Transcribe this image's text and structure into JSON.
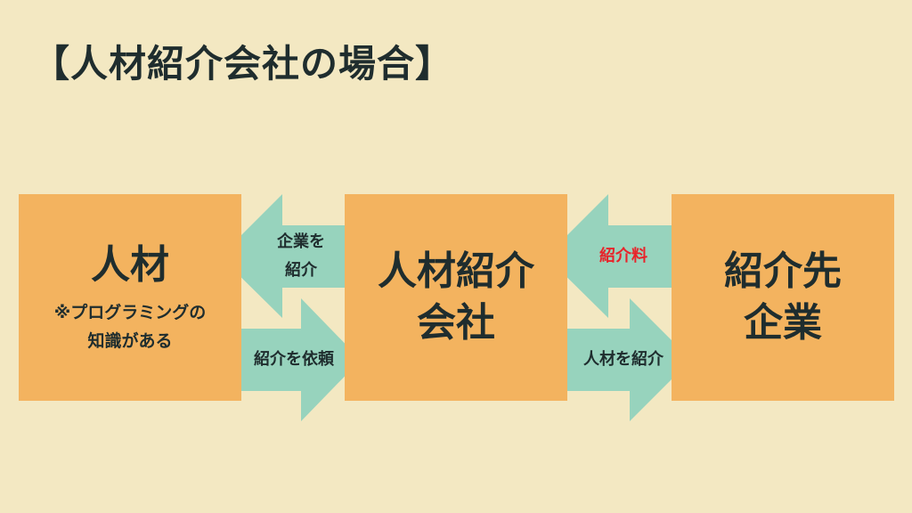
{
  "title": "【人材紹介会社の場合】",
  "colors": {
    "background": "#f3e8c2",
    "box": "#f3b35f",
    "arrow": "#97d3bd",
    "text": "#1f2d2e",
    "highlight": "#e8232a"
  },
  "nodes": [
    {
      "id": "jinzai",
      "label": "人材",
      "note_lines": [
        "※プログラミングの",
        "知識がある"
      ]
    },
    {
      "id": "agency",
      "label_lines": [
        "人材紹介",
        "会社"
      ]
    },
    {
      "id": "client",
      "label_lines": [
        "紹介先",
        "企業"
      ]
    }
  ],
  "edges": [
    {
      "from": "agency",
      "to": "jinzai",
      "direction": "left",
      "label_lines": [
        "企業を",
        "紹介"
      ]
    },
    {
      "from": "jinzai",
      "to": "agency",
      "direction": "right",
      "label": "紹介を依頼"
    },
    {
      "from": "client",
      "to": "agency",
      "direction": "left",
      "label": "紹介料",
      "color": "#e8232a"
    },
    {
      "from": "agency",
      "to": "client",
      "direction": "right",
      "label": "人材を紹介"
    }
  ]
}
